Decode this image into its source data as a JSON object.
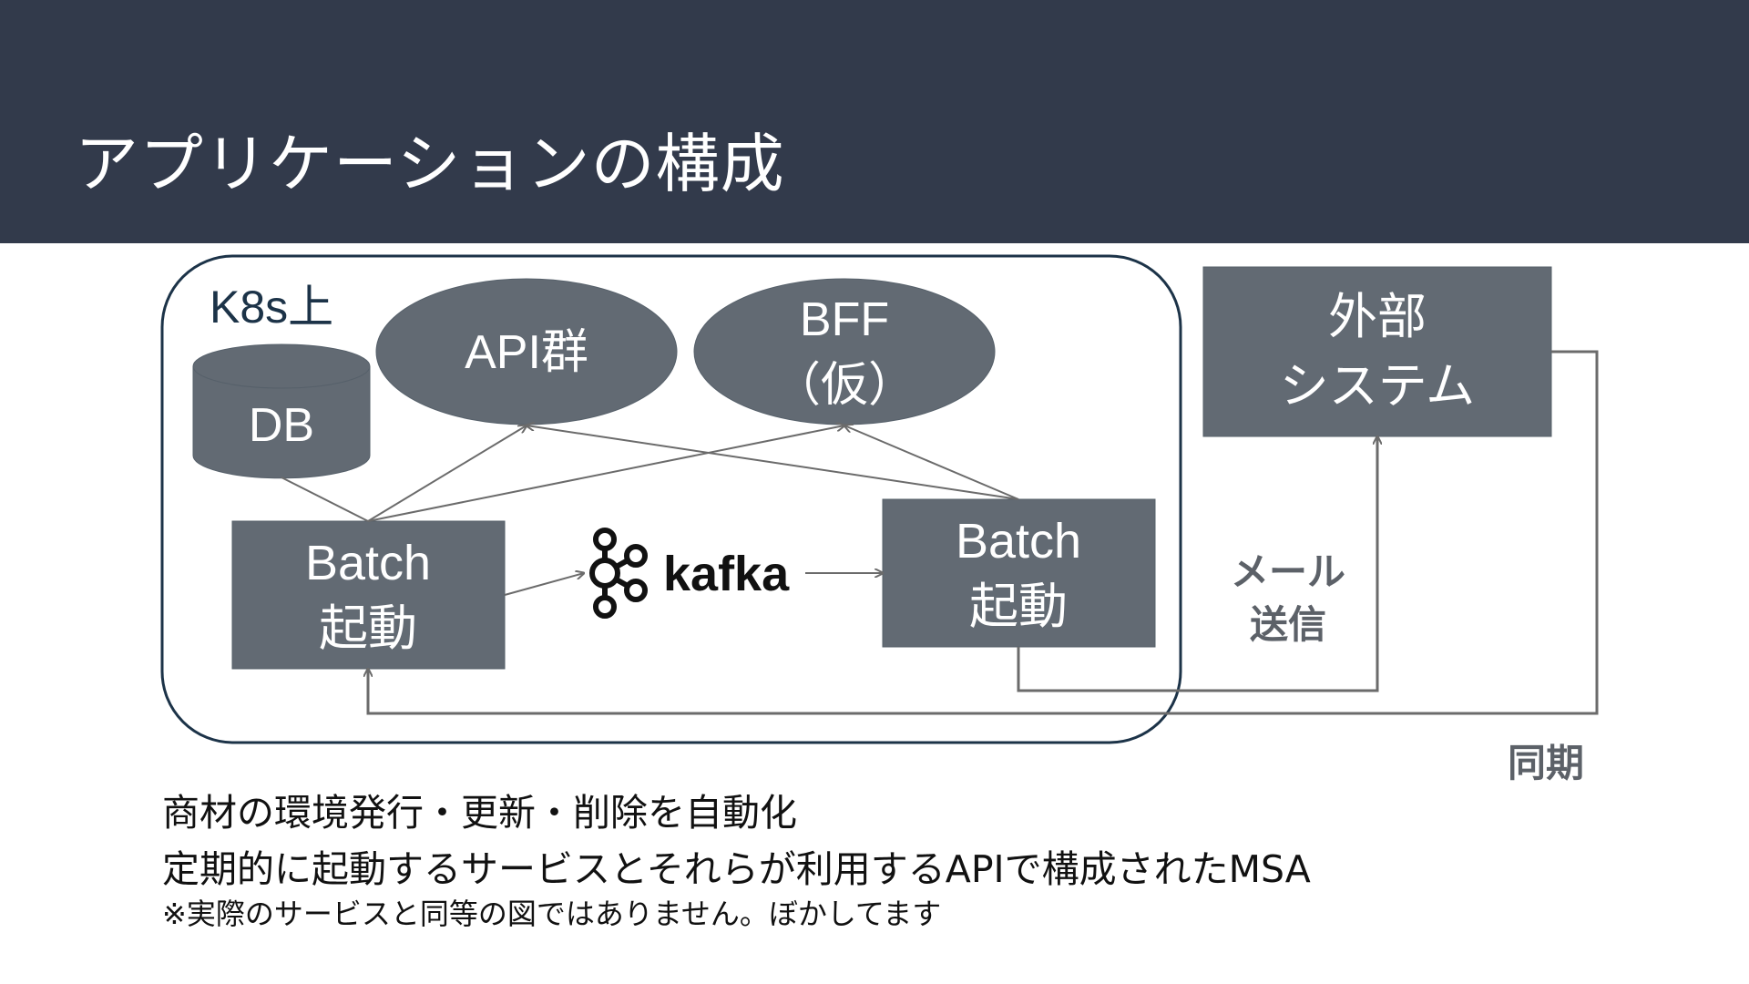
{
  "title": "アプリケーションの構成",
  "colors": {
    "header_bg": "#323a4b",
    "node_fill": "#626a73",
    "node_text": "#ffffff",
    "cluster_stroke": "#1c3348",
    "cluster_label": "#1c3348",
    "arrow": "#6b6b6b",
    "edge_label": "#5c6168"
  },
  "diagram": {
    "cluster_label": "K8s上",
    "nodes": {
      "db": "DB",
      "api_group": "API群",
      "bff_line1": "BFF",
      "bff_line2": "（仮）",
      "batch_left_line1": "Batch",
      "batch_left_line2": "起動",
      "batch_right_line1": "Batch",
      "batch_right_line2": "起動",
      "kafka": "kafka",
      "external_line1": "外部",
      "external_line2": "システム"
    },
    "edge_labels": {
      "mail_line1": "メール",
      "mail_line2": "送信",
      "sync": "同期"
    }
  },
  "captions": {
    "line1": "商材の環境発行・更新・削除を自動化",
    "line2": "定期的に起動するサービスとそれらが利用するAPIで構成されたMSA",
    "line3": "※実際のサービスと同等の図ではありません。ぼかしてます"
  }
}
